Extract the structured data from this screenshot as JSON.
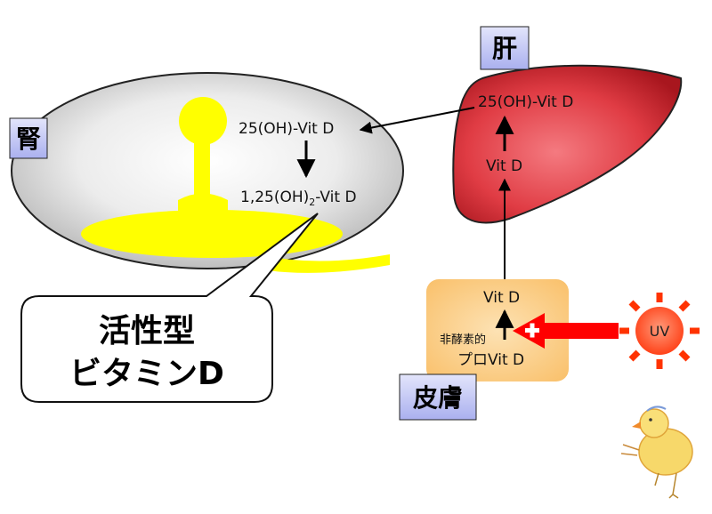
{
  "organs": {
    "kidney": "腎",
    "liver": "肝",
    "skin": "皮膚"
  },
  "kidney": {
    "top": "25(OH)-Vit D",
    "bottom_prefix": "1,25(OH)",
    "bottom_sub": "2",
    "bottom_suffix": "-Vit D"
  },
  "liver": {
    "top": "25(OH)-Vit D",
    "bottom": "Vit D"
  },
  "skin": {
    "top": "Vit D",
    "note": "非酵素的",
    "bottom": "プロVit D"
  },
  "sun": {
    "label": "UV"
  },
  "callout": {
    "line1": "活性型",
    "line2": "ビタミンD"
  },
  "colors": {
    "kidney_fill": "#d9d9d9",
    "gland": "#ffff00",
    "liver": "#e03c44",
    "skin_box": "#fcc67a",
    "tag_bg": "#c4c8f5",
    "uv_arrow": "#ff0000",
    "sun": "#ff3300"
  }
}
